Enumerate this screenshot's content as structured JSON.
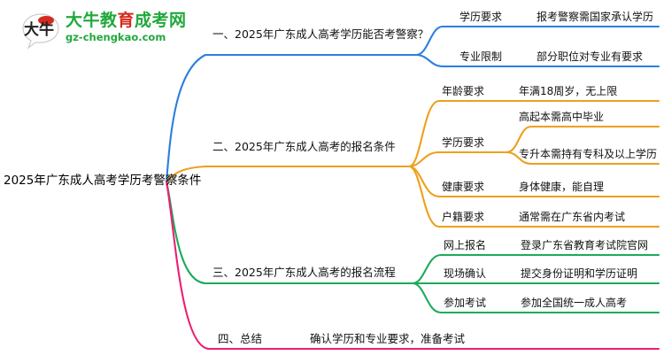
{
  "logo": {
    "mark_text": "大牛",
    "name_part1": "大牛教",
    "name_part2": "育",
    "name_part3": "成考网",
    "url": "gz-chengkao.com"
  },
  "mindmap": {
    "root": "2025年广东成人高考学历考警察条件",
    "colors": {
      "branch1": "#2b7fe0",
      "branch2": "#eda01e",
      "branch3": "#1aab5c",
      "branch4": "#ec1f72"
    },
    "branches": [
      {
        "title": "一、2025年广东成人高考学历能否考警察？",
        "color": "#2b7fe0",
        "children": [
          {
            "label": "学历要求",
            "value": "报考警察需国家承认学历"
          },
          {
            "label": "专业限制",
            "value": "部分职位对专业有要求"
          }
        ]
      },
      {
        "title": "二、2025年广东成人高考的报名条件",
        "color": "#eda01e",
        "children": [
          {
            "label": "年龄要求",
            "value": "年满18周岁，无上限"
          },
          {
            "label": "学历要求",
            "value": "",
            "grandchildren": [
              "高起本需高中毕业",
              "专升本需持有专科及以上学历"
            ]
          },
          {
            "label": "健康要求",
            "value": "身体健康，能自理"
          },
          {
            "label": "户籍要求",
            "value": "通常需在广东省内考试"
          }
        ]
      },
      {
        "title": "三、2025年广东成人高考的报名流程",
        "color": "#1aab5c",
        "children": [
          {
            "label": "网上报名",
            "value": "登录广东省教育考试院官网"
          },
          {
            "label": "现场确认",
            "value": "提交身份证明和学历证明"
          },
          {
            "label": "参加考试",
            "value": "参加全国统一成人高考"
          }
        ]
      },
      {
        "title": "四、总结",
        "color": "#ec1f72",
        "children": [
          {
            "label": "确认学历和专业要求，准备考试",
            "value": ""
          }
        ]
      }
    ]
  }
}
